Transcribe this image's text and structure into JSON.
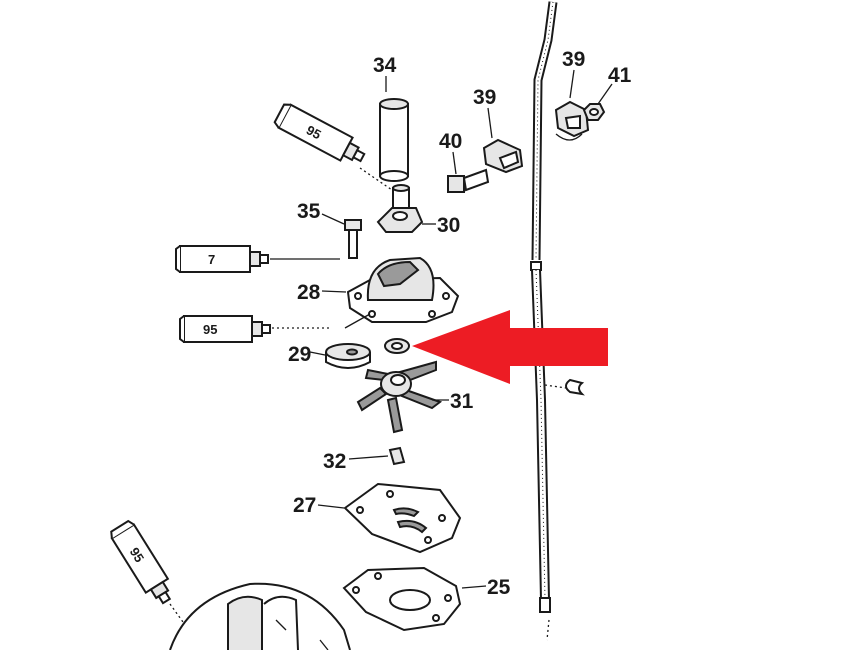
{
  "callouts": {
    "c34": "34",
    "c39a": "39",
    "c39b": "39",
    "c41": "41",
    "c40": "40",
    "c35": "35",
    "c30": "30",
    "c28": "28",
    "c29": "29",
    "c31": "31",
    "c32": "32",
    "c27": "27",
    "c25": "25"
  },
  "tubes": {
    "t95_top": "95",
    "t7": "7",
    "t95_mid": "95",
    "t95_bottom": "95"
  },
  "colors": {
    "arrow": "#ed1c24",
    "line": "#1a1a1a"
  },
  "icons": {
    "highlight": "arrow-left-icon"
  }
}
